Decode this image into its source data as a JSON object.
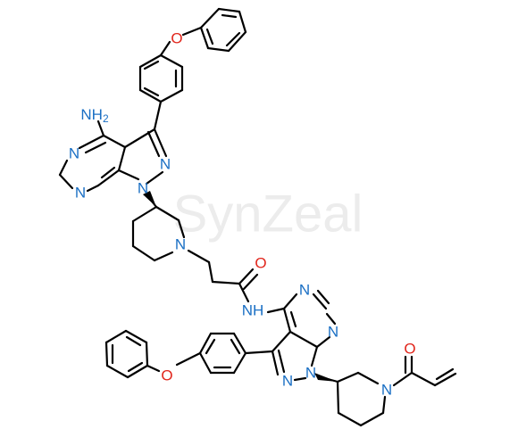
{
  "watermark": "SynZeal",
  "colors": {
    "nitrogen": "#1a6fc4",
    "oxygen": "#e1261c",
    "bond": "#000000",
    "watermark": "#ececec"
  },
  "atoms": {
    "nh2": "NH2",
    "nh": "NH",
    "n": "N",
    "o": "O"
  }
}
